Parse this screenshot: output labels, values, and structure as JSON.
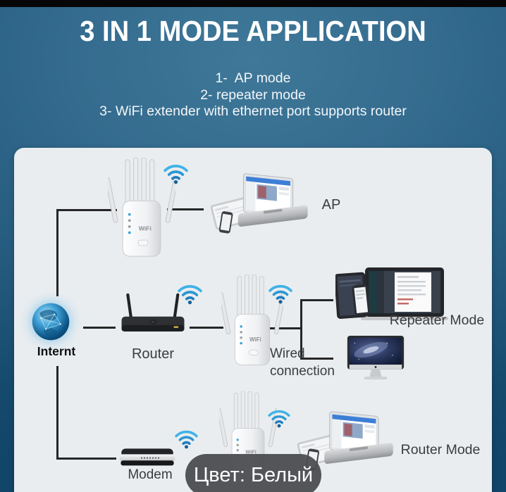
{
  "header": {
    "title": "3 IN 1 MODE APPLICATION",
    "modes": [
      "1-  AP mode",
      "2- repeater mode",
      "3- WiFi extender with ethernet port supports router"
    ]
  },
  "diagram": {
    "internet_label": "Internt",
    "repeater_logo": "WiFi",
    "rows": [
      {
        "label": "AP"
      },
      {
        "label": "Repeater Mode",
        "source_label": "Router",
        "note_line1": "Wired",
        "note_line2": "connection"
      },
      {
        "label": "Router Mode",
        "source_label": "Modem"
      }
    ]
  },
  "overlay": {
    "color_badge": "Цвет: Белый"
  },
  "icons": {
    "wifi_signal": "three-arcs-with-dot"
  },
  "colors": {
    "header_background": "#2f6a8e",
    "card_background": "#e9edf0",
    "wifi_icon_blue": "#2b9fd9",
    "connector_line": "#262626",
    "badge_background": "#4c4d50",
    "title_text": "#ffffff",
    "label_text": "#3b3c3e"
  }
}
